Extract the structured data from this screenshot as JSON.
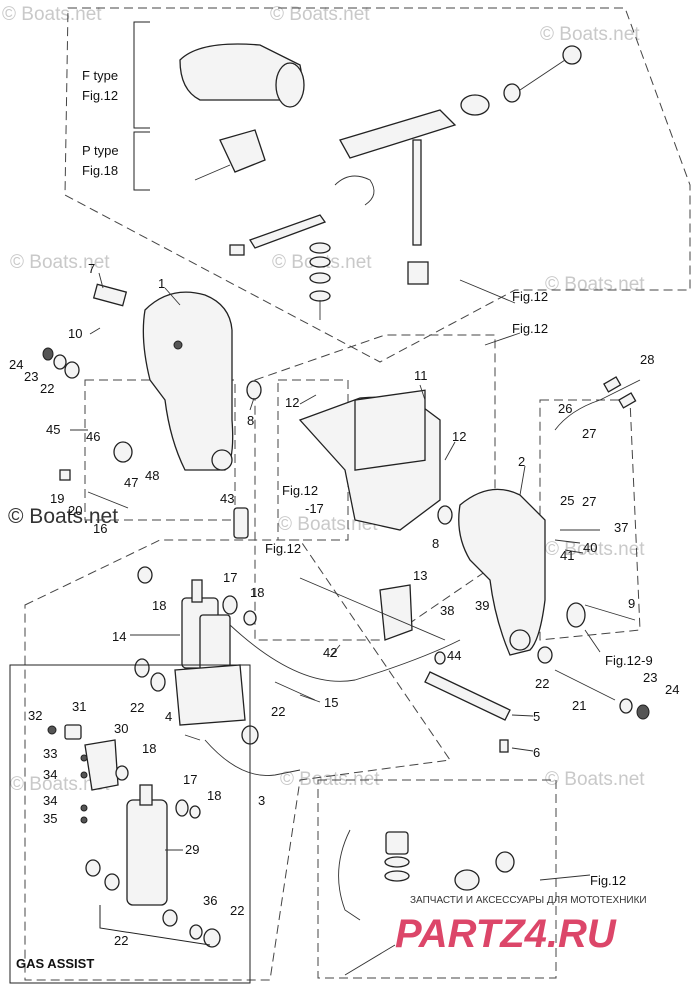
{
  "watermark": {
    "text": "© Boats.net",
    "brand_text": "PARTZ4.RU",
    "brand_subtitle": "ЗАПЧАСТИ И АКСЕССУАРЫ ДЛЯ МОТОТЕХНИКИ",
    "brand_color": "#d7264f"
  },
  "labels": {
    "f_type": "F type",
    "f_fig": "Fig.12",
    "p_type": "P type",
    "p_fig": "Fig.18",
    "fig12_a": "Fig.12",
    "fig12_b": "Fig.12",
    "fig12_c": "Fig.12",
    "fig12_d": "Fig.12",
    "fig12_e": "Fig.12",
    "fig12_9": "Fig.12-9",
    "minus17": "-17",
    "gas_assist": "GAS ASSIST"
  },
  "callouts": {
    "c1": "1",
    "c2": "2",
    "c3": "3",
    "c4": "4",
    "c5": "5",
    "c6": "6",
    "c7": "7",
    "c8a": "8",
    "c8b": "8",
    "c9": "9",
    "c10": "10",
    "c11": "11",
    "c12a": "12",
    "c12b": "12",
    "c13": "13",
    "c14": "14",
    "c15": "15",
    "c16": "16",
    "c17a": "17",
    "c17b": "17",
    "c18a": "18",
    "c18b": "18",
    "c18c": "18",
    "c18d": "18",
    "c19": "19",
    "c20": "20",
    "c21": "21",
    "c22a": "22",
    "c22b": "22",
    "c22c": "22",
    "c22d": "22",
    "c22e": "22",
    "c22f": "22",
    "c23a": "23",
    "c23b": "23",
    "c24a": "24",
    "c24b": "24",
    "c25": "25",
    "c26": "26",
    "c27a": "27",
    "c27b": "27",
    "c28": "28",
    "c29": "29",
    "c30": "30",
    "c31": "31",
    "c32": "32",
    "c33": "33",
    "c34a": "34",
    "c34b": "34",
    "c35": "35",
    "c36": "36",
    "c37": "37",
    "c38": "38",
    "c39": "39",
    "c40": "40",
    "c41": "41",
    "c42": "42",
    "c43": "43",
    "c44": "44",
    "c45": "45",
    "c46": "46",
    "c47": "47",
    "c48": "48"
  }
}
